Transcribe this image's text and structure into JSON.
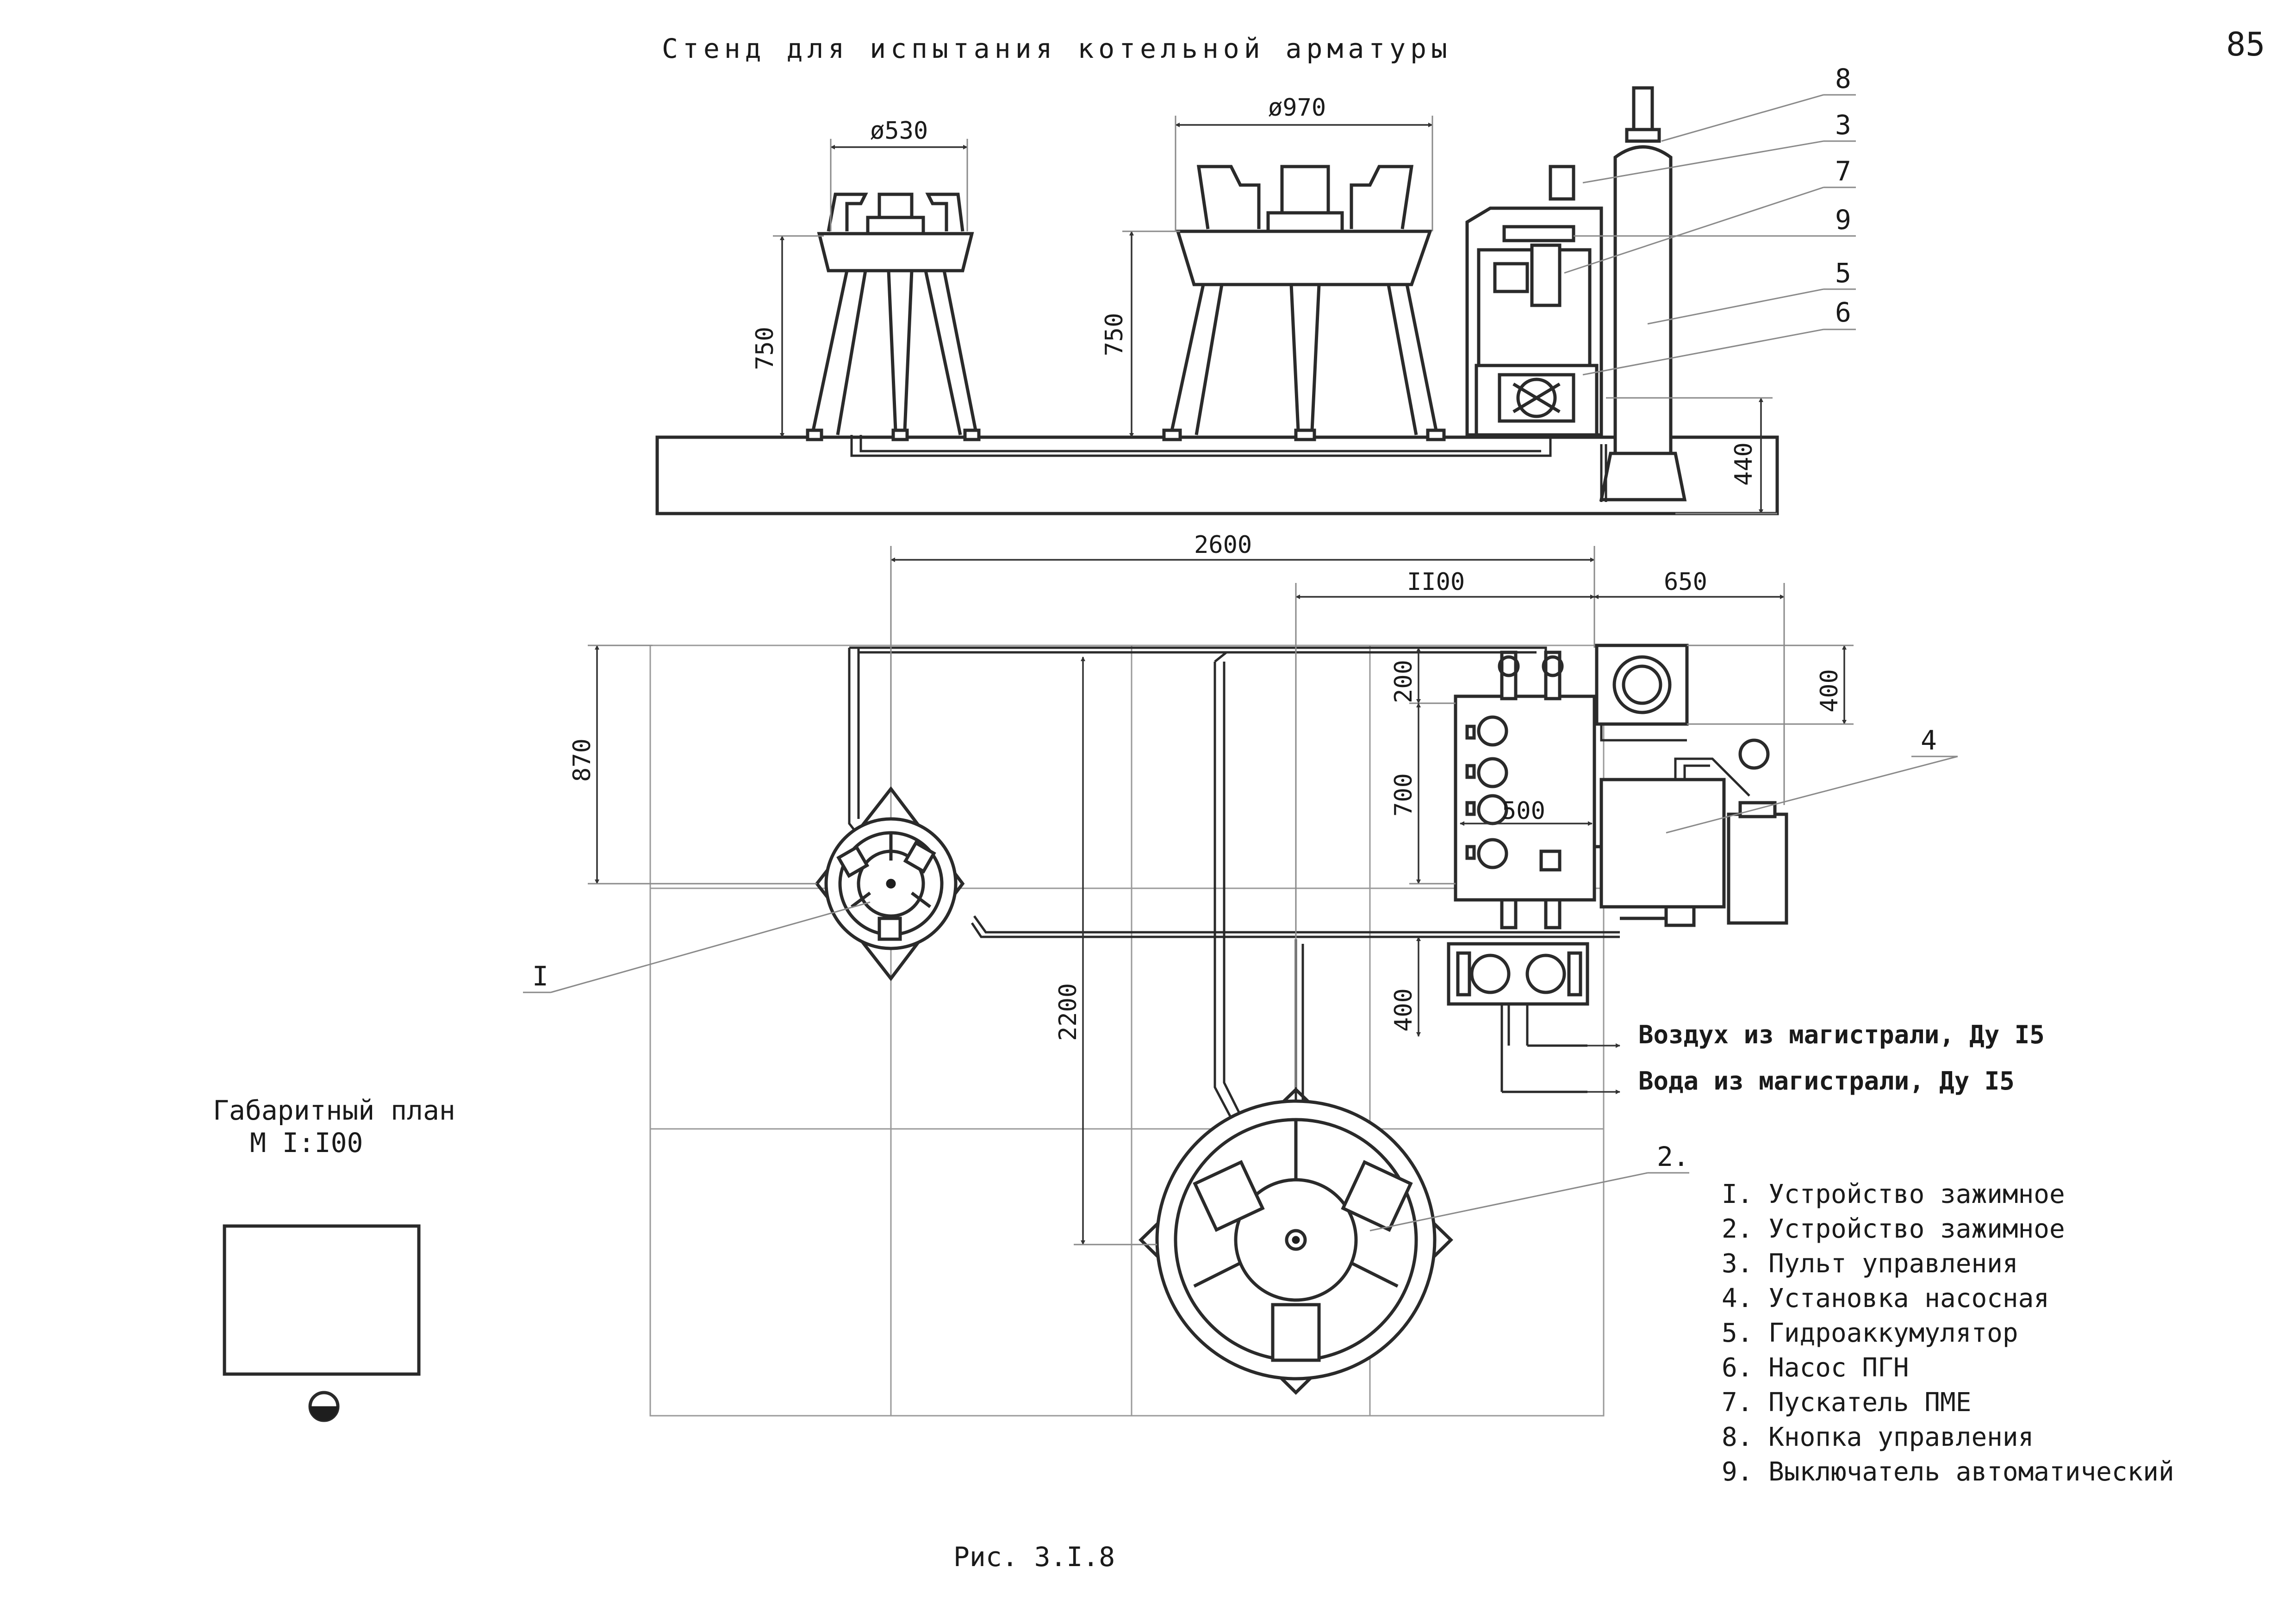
{
  "header": {
    "title": "Стенд для испытания котельной арматуры",
    "page_number": "85"
  },
  "dimensions": {
    "d530": "ø530",
    "d970": "ø970",
    "h750_left": "750",
    "h750_right": "750",
    "h440": "440",
    "w2600": "2600",
    "w1100": "II00",
    "w650": "650",
    "v870": "870",
    "v200": "200",
    "v400_top": "400",
    "v700": "700",
    "w500": "500",
    "v2200": "2200",
    "v400_bottom": "400"
  },
  "callouts": [
    "8",
    "3",
    "7",
    "9",
    "5",
    "6",
    "4",
    "I",
    "2."
  ],
  "plan": {
    "title": "Габаритный план",
    "scale": "М I:I00"
  },
  "pipes": {
    "air": "Воздух из магистрали, Ду I5",
    "water": "Вода из магистрали, Ду I5"
  },
  "legend": [
    "I. Устройство зажимное",
    "2. Устройство зажимное",
    "3. Пульт управления",
    "4. Установка насосная",
    "5. Гидроаккумулятор",
    "6. Насос ПГН",
    "7. Пускатель ПМЕ",
    "8. Кнопка управления",
    "9. Выключатель автоматический"
  ],
  "caption": "Рис. 3.I.8"
}
